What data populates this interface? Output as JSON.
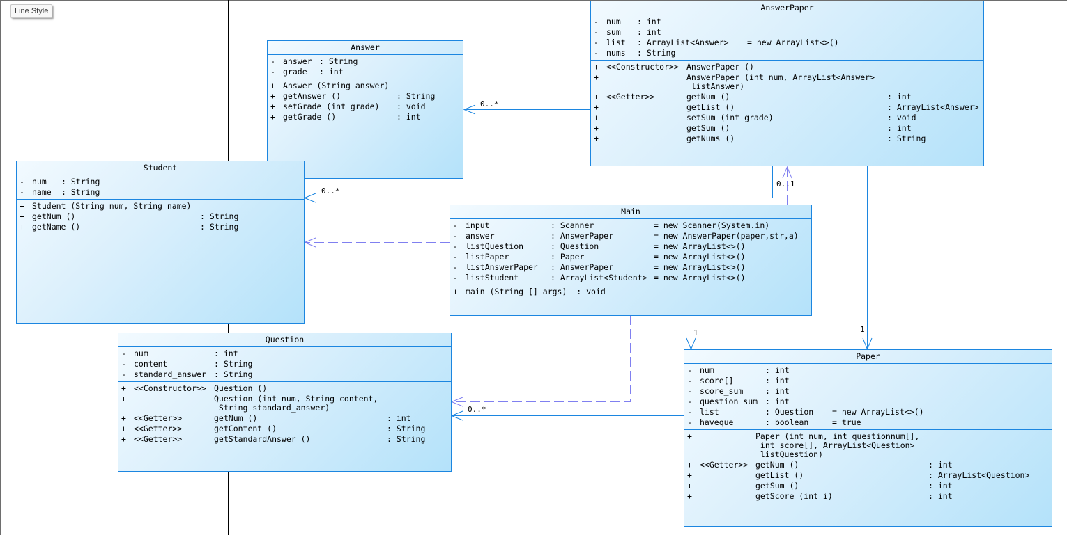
{
  "toolbar": {
    "line_style_label": "Line Style"
  },
  "colors": {
    "association": "#1c86e0",
    "dependency": "#8080f0",
    "class_border": "#1c86e0"
  },
  "classes": {
    "answer": {
      "name": "Answer",
      "attributes": [
        {
          "vis": "-",
          "name": "answer",
          "type": ": String"
        },
        {
          "vis": "-",
          "name": "grade",
          "type": ": int"
        }
      ],
      "operations": [
        {
          "vis": "+",
          "sig": "Answer (String answer)",
          "ret": ""
        },
        {
          "vis": "+",
          "sig": "getAnswer ()",
          "ret": ": String"
        },
        {
          "vis": "+",
          "sig": "setGrade (int grade)",
          "ret": ": void"
        },
        {
          "vis": "+",
          "sig": "getGrade ()",
          "ret": ": int"
        }
      ]
    },
    "answer_paper": {
      "name": "AnswerPaper",
      "attributes": [
        {
          "vis": "-",
          "name": "num",
          "type": ": int",
          "init": ""
        },
        {
          "vis": "-",
          "name": "sum",
          "type": ": int",
          "init": ""
        },
        {
          "vis": "-",
          "name": "list",
          "type": ": ArrayList<Answer>",
          "init": "= new ArrayList<>()"
        },
        {
          "vis": "-",
          "name": "nums",
          "type": ": String",
          "init": ""
        }
      ],
      "operations": [
        {
          "vis": "+",
          "stereo": "<<Constructor>>",
          "sig": "AnswerPaper ()",
          "ret": ""
        },
        {
          "vis": "+",
          "stereo": "",
          "sig": "AnswerPaper (int num, ArrayList<Answer>\n listAnswer)",
          "ret": ""
        },
        {
          "vis": "+",
          "stereo": "<<Getter>>",
          "sig": "getNum ()",
          "ret": ": int"
        },
        {
          "vis": "+",
          "stereo": "",
          "sig": "getList ()",
          "ret": ": ArrayList<Answer>"
        },
        {
          "vis": "+",
          "stereo": "",
          "sig": "setSum (int grade)",
          "ret": ": void"
        },
        {
          "vis": "+",
          "stereo": "",
          "sig": "getSum ()",
          "ret": ": int"
        },
        {
          "vis": "+",
          "stereo": "",
          "sig": "getNums ()",
          "ret": ": String"
        }
      ]
    },
    "student": {
      "name": "Student",
      "attributes": [
        {
          "vis": "-",
          "name": "num",
          "type": ": String"
        },
        {
          "vis": "-",
          "name": "name",
          "type": ": String"
        }
      ],
      "operations": [
        {
          "vis": "+",
          "sig": "Student (String num, String name)",
          "ret": ""
        },
        {
          "vis": "+",
          "sig": "getNum ()",
          "ret": ": String"
        },
        {
          "vis": "+",
          "sig": "getName ()",
          "ret": ": String"
        }
      ]
    },
    "main": {
      "name": "Main",
      "attributes": [
        {
          "vis": "-",
          "name": "input",
          "type": ": Scanner",
          "init": "= new Scanner(System.in)"
        },
        {
          "vis": "-",
          "name": "answer",
          "type": ": AnswerPaper",
          "init": "= new AnswerPaper(paper,str,a)"
        },
        {
          "vis": "-",
          "name": "listQuestion",
          "type": ": Question",
          "init": "= new ArrayList<>()"
        },
        {
          "vis": "-",
          "name": "listPaper",
          "type": ": Paper",
          "init": "= new ArrayList<>()"
        },
        {
          "vis": "-",
          "name": "listAnswerPaper",
          "type": ": AnswerPaper",
          "init": "= new ArrayList<>()"
        },
        {
          "vis": "-",
          "name": "listStudent",
          "type": ": ArrayList<Student>",
          "init": "= new ArrayList<>()"
        }
      ],
      "operations": [
        {
          "vis": "+",
          "sig": "main (String [] args)  : void",
          "ret": ""
        }
      ]
    },
    "question": {
      "name": "Question",
      "attributes": [
        {
          "vis": "-",
          "name": "num",
          "type": ": int"
        },
        {
          "vis": "-",
          "name": "content",
          "type": ": String"
        },
        {
          "vis": "-",
          "name": "standard_answer",
          "type": ": String"
        }
      ],
      "operations": [
        {
          "vis": "+",
          "stereo": "<<Constructor>>",
          "sig": "Question ()",
          "ret": ""
        },
        {
          "vis": "+",
          "stereo": "",
          "sig": "Question (int num, String content,\n String standard_answer)",
          "ret": ""
        },
        {
          "vis": "+",
          "stereo": "<<Getter>>",
          "sig": "getNum ()",
          "ret": ": int"
        },
        {
          "vis": "+",
          "stereo": "<<Getter>>",
          "sig": "getContent ()",
          "ret": ": String"
        },
        {
          "vis": "+",
          "stereo": "<<Getter>>",
          "sig": "getStandardAnswer ()",
          "ret": ": String"
        }
      ]
    },
    "paper": {
      "name": "Paper",
      "attributes": [
        {
          "vis": "-",
          "name": "num",
          "type": ": int",
          "init": ""
        },
        {
          "vis": "-",
          "name": "score[]",
          "type": ": int",
          "init": ""
        },
        {
          "vis": "-",
          "name": "score_sum",
          "type": ": int",
          "init": ""
        },
        {
          "vis": "-",
          "name": "question_sum",
          "type": ": int",
          "init": ""
        },
        {
          "vis": "-",
          "name": "list",
          "type": ": Question",
          "init": "= new ArrayList<>()"
        },
        {
          "vis": "-",
          "name": "haveque",
          "type": ": boolean",
          "init": "= true"
        }
      ],
      "operations": [
        {
          "vis": "+",
          "stereo": "",
          "sig": "Paper (int num, int questionnum[],\n int score[], ArrayList<Question>\n listQuestion)",
          "ret": ""
        },
        {
          "vis": "+",
          "stereo": "<<Getter>>",
          "sig": "getNum ()",
          "ret": ": int"
        },
        {
          "vis": "+",
          "stereo": "",
          "sig": "getList ()",
          "ret": ": ArrayList<Question>"
        },
        {
          "vis": "+",
          "stereo": "",
          "sig": "getSum ()",
          "ret": ": int"
        },
        {
          "vis": "+",
          "stereo": "",
          "sig": "getScore (int i)",
          "ret": ": int"
        }
      ]
    }
  },
  "relations": {
    "answerpaper_answer": "0..*",
    "answerpaper_student": "0..*",
    "main_answerpaper": "0..1",
    "main_paper": "1",
    "answerpaper_paper": "1",
    "paper_question": "0..*"
  }
}
